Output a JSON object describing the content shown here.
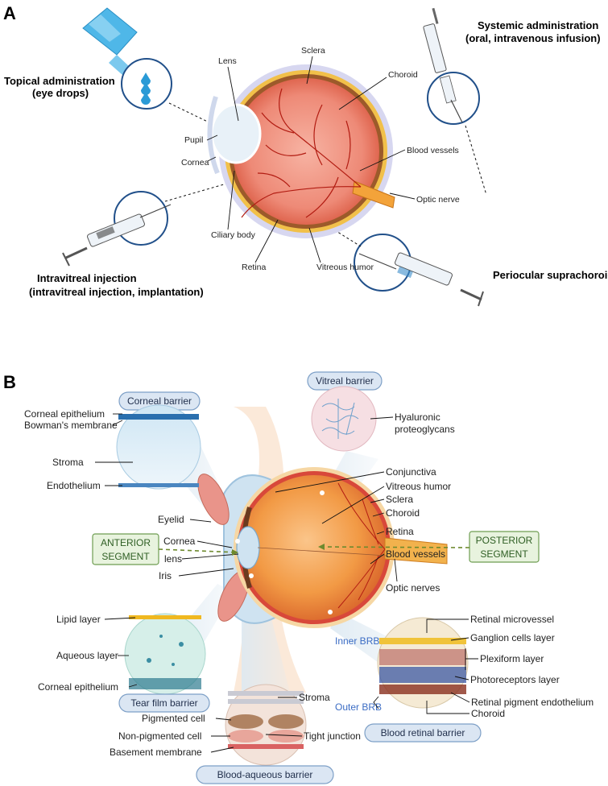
{
  "panel_a": {
    "letter": "A",
    "routes": {
      "topical": {
        "line1": "Topical administration",
        "line2": "(eye drops)"
      },
      "systemic": {
        "line1": "Systemic administration",
        "line2": "(oral, intravenous infusion)"
      },
      "intravitreal": {
        "line1": "Intravitreal injection",
        "line2": "(intravitreal injection, implantation)"
      },
      "periocular": {
        "line1": "Periocular suprachoroid"
      }
    },
    "labels": {
      "lens": "Lens",
      "sclera": "Sclera",
      "choroid": "Choroid",
      "pupil": "Pupil",
      "cornea": "Cornea",
      "blood_vessels": "Blood vessels",
      "optic_nerve": "Optic nerve",
      "ciliary_body": "Ciliary body",
      "retina": "Retina",
      "vitreous_humor": "Vitreous humor"
    }
  },
  "panel_b": {
    "letter": "B",
    "barriers": {
      "corneal": "Corneal barrier",
      "vitreal": "Vitreal barrier",
      "tear_film": "Tear film  barrier",
      "blood_retinal": "Blood retinal barrier",
      "blood_aqueous": "Blood-aqueous barrier"
    },
    "segments": {
      "anterior": {
        "line1": "ANTERIOR",
        "line2": "SEGMENT"
      },
      "posterior": {
        "line1": "POSTERIOR",
        "line2": "SEGMENT"
      }
    },
    "corneal_labels": {
      "epithelium": "Corneal epithelium",
      "bowman": "Bowman's membrane",
      "stroma": "Stroma",
      "endothelium": "Endothelium"
    },
    "vitreal_labels": {
      "line1": "Hyaluronic",
      "line2": "proteoglycans"
    },
    "eye_labels": {
      "conjunctiva": "Conjunctiva",
      "vitreous_humor": "Vitreous humor",
      "sclera": "Sclera",
      "choroid": "Choroid",
      "retina": "Retina",
      "blood_vessels": "Blood vessels",
      "optic_nerves": "Optic nerves",
      "eyelid": "Eyelid",
      "cornea": "Cornea",
      "lens": "lens",
      "iris": "Iris"
    },
    "tear_labels": {
      "lipid": "Lipid layer",
      "aqueous": "Aqueous layer",
      "epithelium": "Corneal epithelium"
    },
    "retinal_labels": {
      "microvessel": "Retinal microvessel",
      "ganglion": "Ganglion cells layer",
      "plexiform": "Plexiform layer",
      "photoreceptors": "Photoreceptors layer",
      "rpe": "Retinal pigment endothelium",
      "choroid": "Choroid",
      "inner_brb": "Inner BRB",
      "outer_brb": "Outer BRB"
    },
    "aqueous_labels": {
      "stroma": "Stroma",
      "pigmented": "Pigmented cell",
      "non_pigmented": "Non-pigmented cell",
      "tight_junction": "Tight junction",
      "basement": "Basement membrane"
    }
  }
}
